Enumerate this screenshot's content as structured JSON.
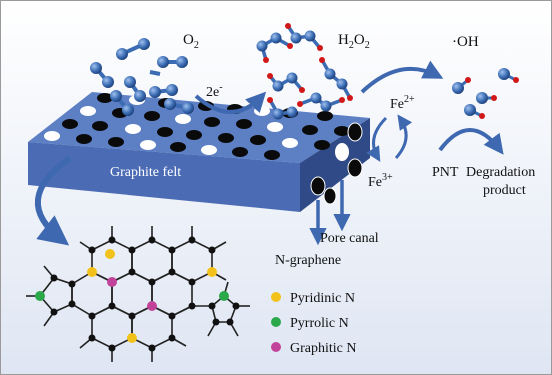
{
  "labels": {
    "o2": "O",
    "o2_sub": "2",
    "h2o2_a": "H",
    "h2o2_sub1": "2",
    "h2o2_b": "O",
    "h2o2_sub2": "2",
    "oh": "·OH",
    "electron": "2e",
    "electron_sup": "-",
    "fe2": "Fe",
    "fe2_sup": "2+",
    "fe3": "Fe",
    "fe3_sup": "3+",
    "pnt": "PNT",
    "degradation_line1": "Degradation",
    "degradation_line2": "product",
    "graphite_felt": "Graphite felt",
    "pore_canal": "Pore canal",
    "n_graphene": "N-graphene"
  },
  "legend": [
    {
      "label": "Pyridinic N",
      "color": "#f2c21b"
    },
    {
      "label": "Pyrrolic N",
      "color": "#2aa84a"
    },
    {
      "label": "Graphitic N",
      "color": "#c2449a"
    }
  ],
  "colors": {
    "frame_border": "#9a9a9a",
    "background_gradient_top": "#ffffff",
    "background_gradient_bottom": "#dfe6f3",
    "felt_top": "#5d7fc4",
    "felt_front": "#4b6cb5",
    "felt_side": "#2f4a86",
    "molecule_blue": "#3b6cb3",
    "oxygen_red": "#d01818",
    "arrow_blue": "#3e68b0",
    "lattice_line": "#222222",
    "lattice_node": "#111111"
  }
}
